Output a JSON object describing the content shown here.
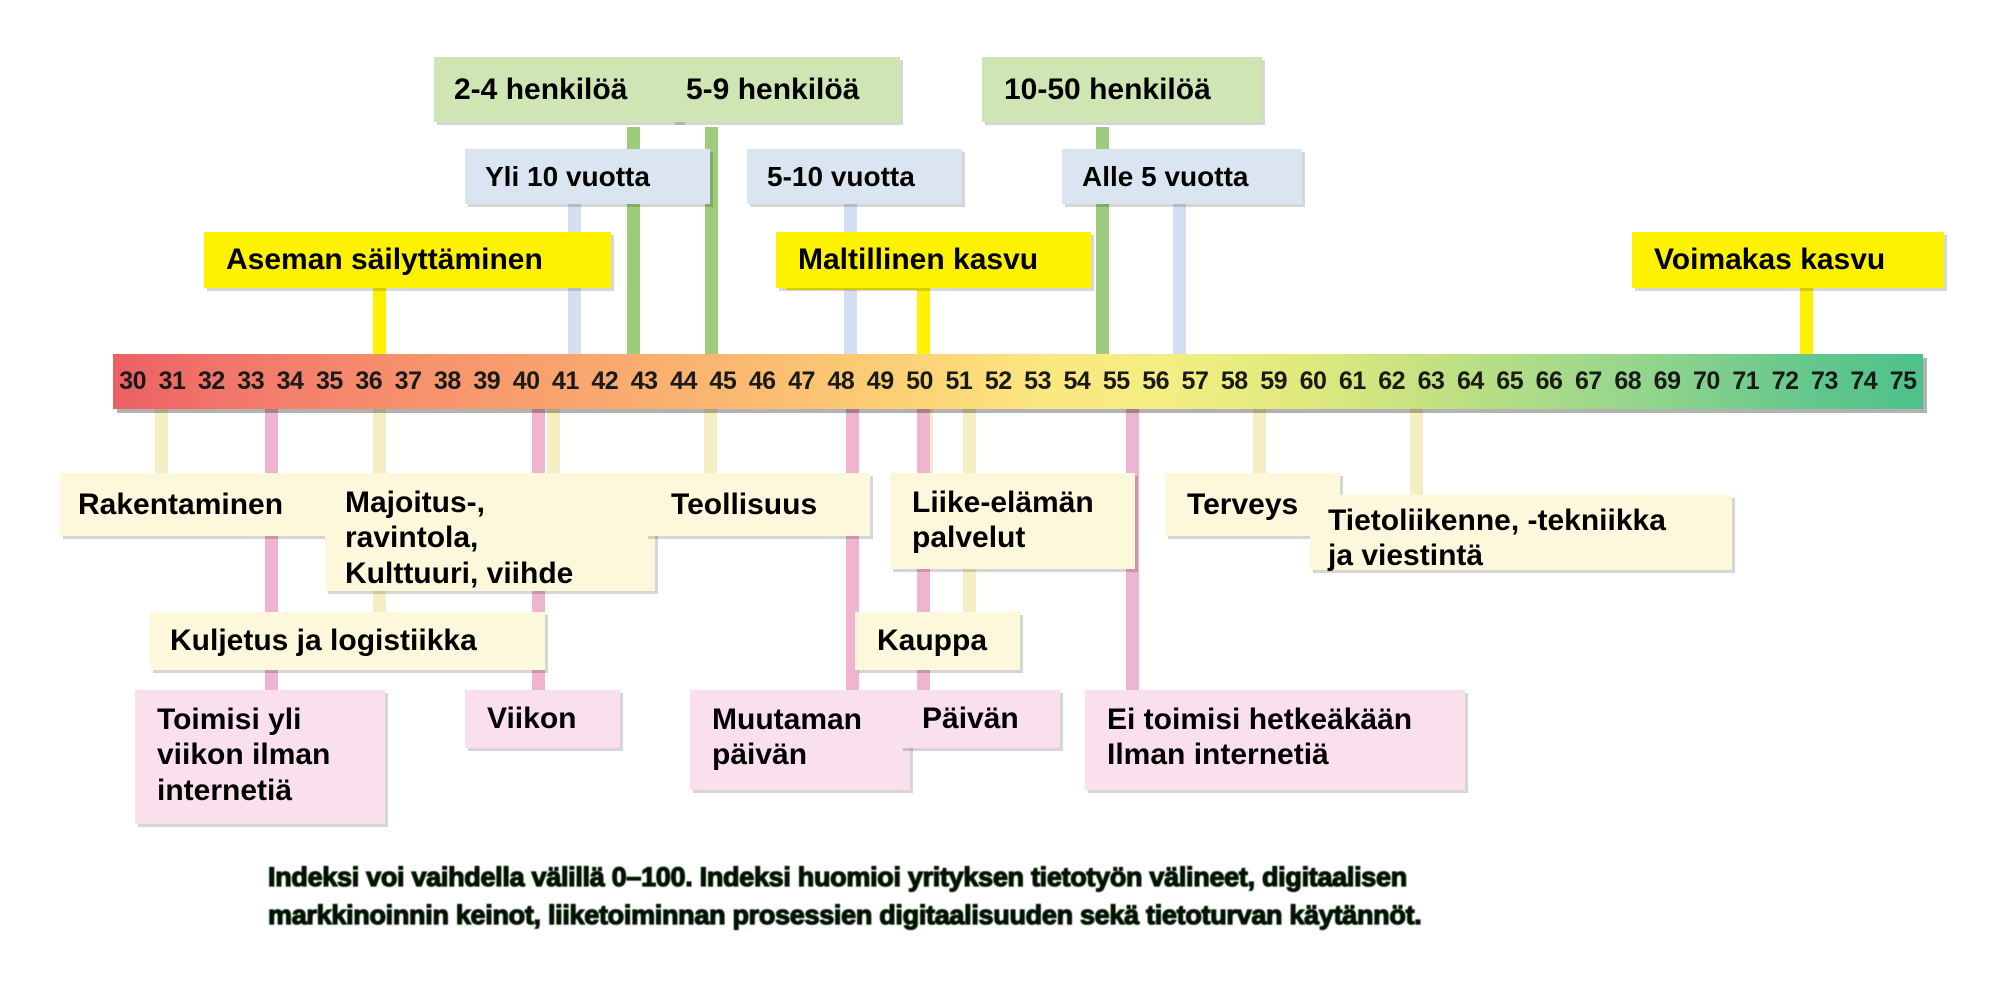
{
  "scale": {
    "min": 30,
    "max": 75,
    "ticks": [
      30,
      31,
      32,
      33,
      34,
      35,
      36,
      37,
      38,
      39,
      40,
      41,
      42,
      43,
      44,
      45,
      46,
      47,
      48,
      49,
      50,
      51,
      52,
      53,
      54,
      55,
      56,
      57,
      58,
      59,
      60,
      61,
      62,
      63,
      64,
      65,
      66,
      67,
      68,
      69,
      70,
      71,
      72,
      73,
      74,
      75
    ],
    "gradient_start_color": "#ec5f63",
    "gradient_mid_color": "#fbe880",
    "gradient_end_color": "#4ec18b"
  },
  "size_group": {
    "color": "#cfe5b4",
    "items": [
      {
        "label": "2-4 henkilöä",
        "value": 42
      },
      {
        "label": "5-9 henkilöä",
        "value": 44
      },
      {
        "label": "10-50 henkilöä",
        "value": 54
      }
    ]
  },
  "age_group": {
    "color": "#dbe5f1",
    "items": [
      {
        "label": "Yli 10 vuotta",
        "value": 41
      },
      {
        "label": "5-10 vuotta",
        "value": 48
      },
      {
        "label": "Alle 5 vuotta",
        "value": 56
      }
    ]
  },
  "growth_group": {
    "color": "#fff200",
    "items": [
      {
        "label": "Aseman säilyttäminen",
        "value": 36
      },
      {
        "label": "Maltillinen kasvu",
        "value": 50
      },
      {
        "label": "Voimakas kasvu",
        "value": 71
      }
    ]
  },
  "industry_group": {
    "color": "#fdf7dc",
    "items": [
      {
        "label": "Rakentaminen",
        "value": 33
      },
      {
        "label": "Majoitus-,\nravintola,\nKulttuuri, viihde",
        "value": 40
      },
      {
        "label": "Kuljetus ja logistiikka",
        "value": 36
      },
      {
        "label": "Teollisuus",
        "value": 44
      },
      {
        "label": "Kauppa",
        "value": 50
      },
      {
        "label": "Liike-elämän\npalvelut",
        "value": 49
      },
      {
        "label": "Terveys",
        "value": 58
      },
      {
        "label": "Tietoliikenne, -tekniikka\nja viestintä",
        "value": 62
      }
    ]
  },
  "internet_dependency_group": {
    "color": "#fadfec",
    "items": [
      {
        "label": "Toimisi yli\nviikon ilman\ninternetiä",
        "value": 33
      },
      {
        "label": "Viikon",
        "value": 41
      },
      {
        "label": "Muutaman\npäivän",
        "value": 48
      },
      {
        "label": "Päivän",
        "value": 49
      },
      {
        "label": "Ei toimisi hetkeäkään\nIlman internetiä",
        "value": 55
      }
    ]
  },
  "footnote": {
    "line1": "Indeksi voi vaihdella välillä 0–100. Indeksi huomioi yrityksen tietotyön välineet, digitaalisen",
    "line2": "markkinoinnin keinot, liiketoiminnan prosessien digitaalisuuden sekä tietoturvan käytännöt."
  }
}
